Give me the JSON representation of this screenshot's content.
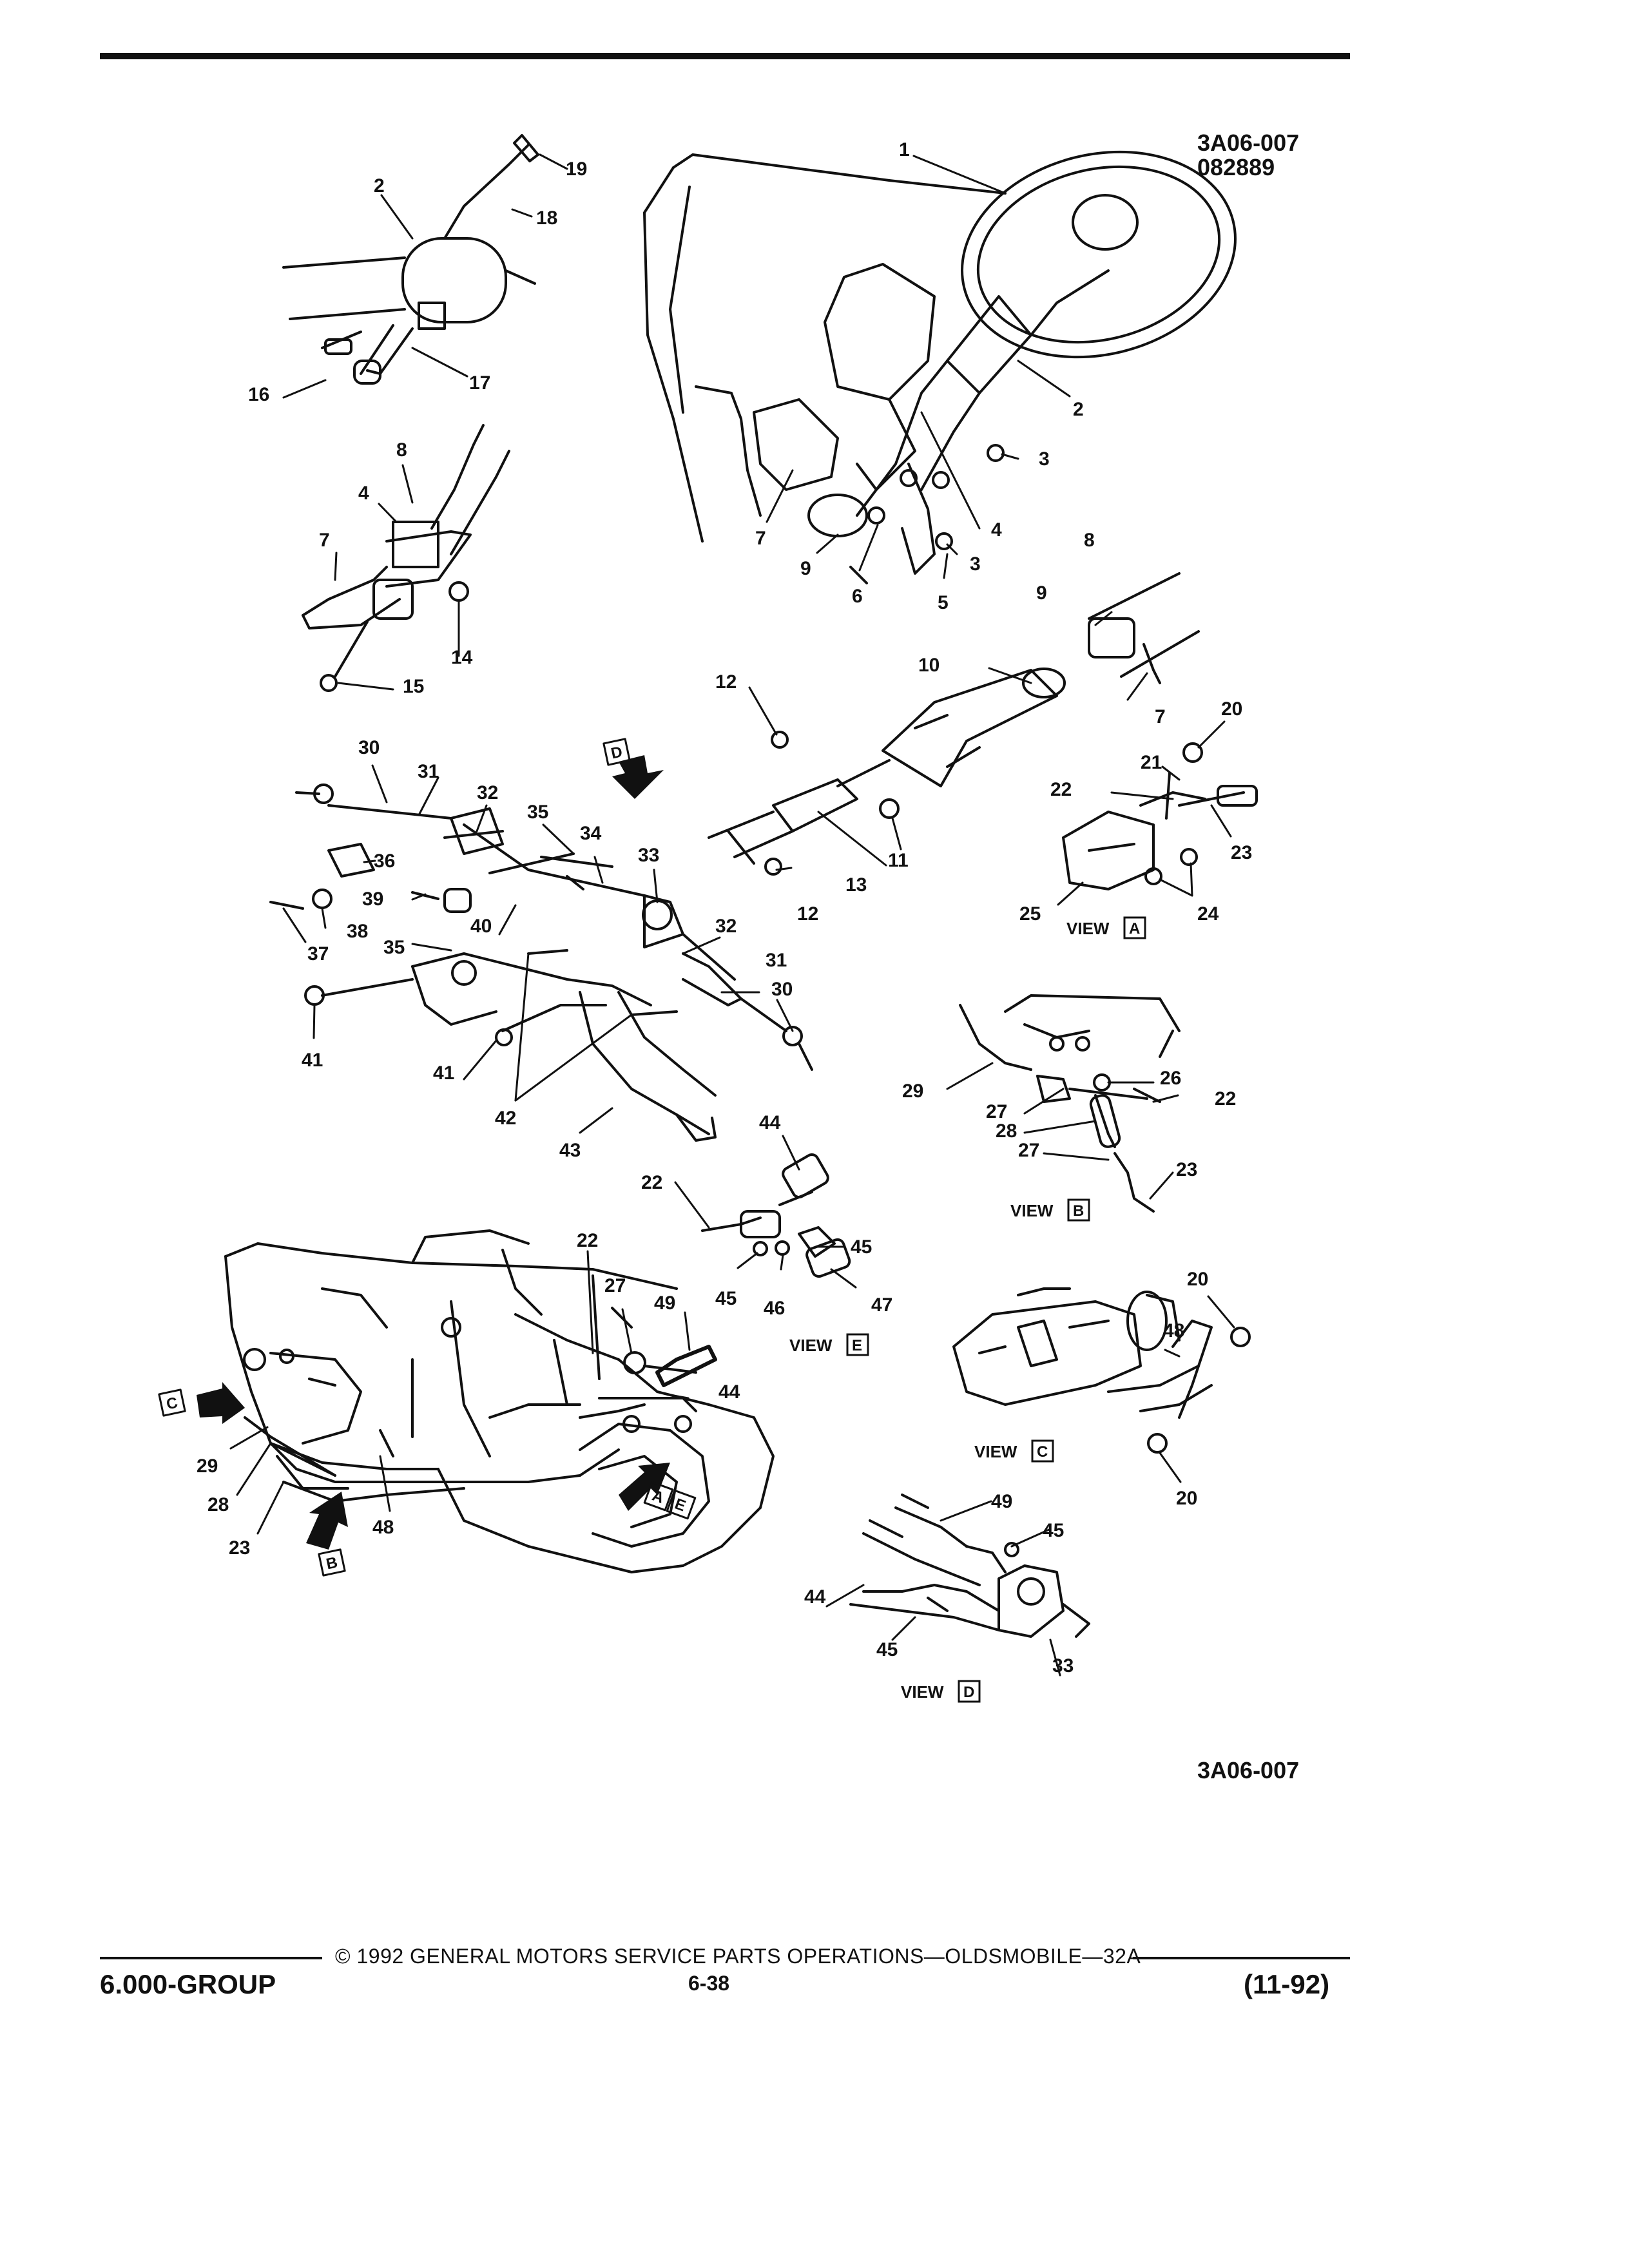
{
  "header": {
    "figure_code": "3A06-007",
    "figure_date": "082889"
  },
  "figure": {
    "bottom_code": "3A06-007",
    "view_word": "VIEW",
    "views": [
      "A",
      "B",
      "C",
      "D",
      "E"
    ],
    "callouts": {
      "c1": "1",
      "c2a": "2",
      "c2b": "2",
      "c3a": "3",
      "c3b": "3",
      "c4a": "4",
      "c4b": "4",
      "c5": "5",
      "c6": "6",
      "c7a": "7",
      "c7b": "7",
      "c7c": "7",
      "c8a": "8",
      "c8b": "8",
      "c9a": "9",
      "c9b": "9",
      "c10": "10",
      "c11": "11",
      "c12a": "12",
      "c12b": "12",
      "c13": "13",
      "c14": "14",
      "c15": "15",
      "c16": "16",
      "c17": "17",
      "c18": "18",
      "c19": "19",
      "c20a": "20",
      "c20b": "20",
      "c20c": "20",
      "c21": "21",
      "c22a": "22",
      "c22b": "22",
      "c22c": "22",
      "c22d": "22",
      "c23a": "23",
      "c23b": "23",
      "c23c": "23",
      "c24": "24",
      "c25": "25",
      "c26": "26",
      "c27a": "27",
      "c27b": "27",
      "c27c": "27",
      "c28a": "28",
      "c28b": "28",
      "c29a": "29",
      "c29b": "29",
      "c30a": "30",
      "c30b": "30",
      "c31a": "31",
      "c31b": "31",
      "c32a": "32",
      "c32b": "32",
      "c33a": "33",
      "c33b": "33",
      "c34": "34",
      "c35a": "35",
      "c35b": "35",
      "c36": "36",
      "c37": "37",
      "c38": "38",
      "c39": "39",
      "c40": "40",
      "c41a": "41",
      "c41b": "41",
      "c42": "42",
      "c43": "43",
      "c44a": "44",
      "c44b": "44",
      "c44c": "44",
      "c45a": "45",
      "c45b": "45",
      "c45c": "45",
      "c45d": "45",
      "c46": "46",
      "c47": "47",
      "c48a": "48",
      "c48b": "48",
      "c49a": "49",
      "c49b": "49"
    }
  },
  "footer": {
    "copyright": "© 1992 GENERAL MOTORS SERVICE PARTS OPERATIONS—OLDSMOBILE—32A",
    "group": "6.000-GROUP",
    "page": "6-38",
    "date_code": "(11-92)"
  }
}
